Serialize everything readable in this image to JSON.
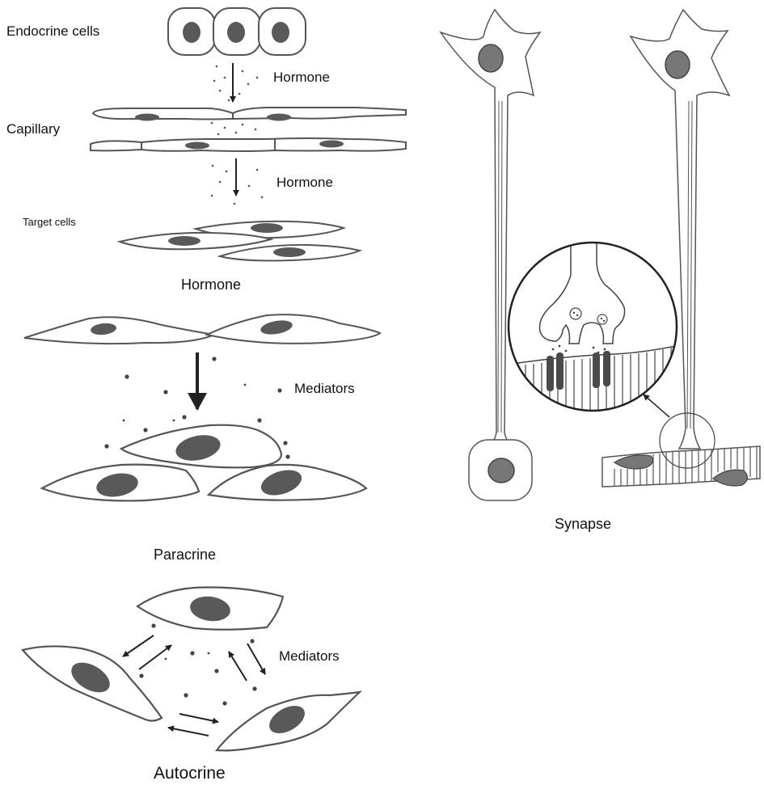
{
  "hormone": {
    "endocrine_cells": "Endocrine cells",
    "capillary": "Capillary",
    "target_cells": "Target cells",
    "arrow_label_1": "Hormone",
    "arrow_label_2": "Hormone",
    "caption": "Hormone"
  },
  "paracrine": {
    "mediators": "Mediators",
    "caption": "Paracrine"
  },
  "autocrine": {
    "mediators": "Mediators",
    "caption": "Autocrine"
  },
  "synapse": {
    "caption": "Synapse"
  },
  "colors": {
    "outline": "#555555",
    "nucleus": "#595959",
    "dot": "#444444"
  }
}
